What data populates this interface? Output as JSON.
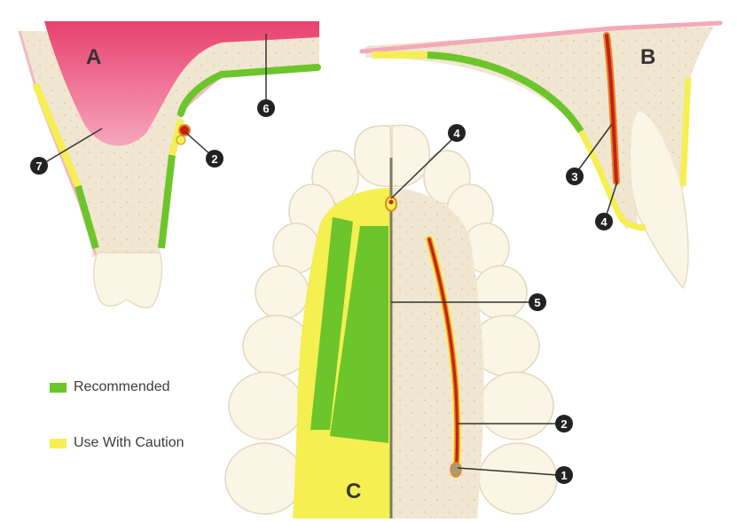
{
  "panels": {
    "a_label": "A",
    "b_label": "B",
    "c_label": "C"
  },
  "legend": [
    {
      "label": "Recommended",
      "color": "#6cc52a"
    },
    {
      "label": "Use With Caution",
      "color": "#f5ef52"
    }
  ],
  "callouts": {
    "a_7": "7",
    "a_2": "2",
    "a_6": "6",
    "b_3": "3",
    "b_4": "4",
    "c_4": "4",
    "c_5": "5",
    "c_2": "2",
    "c_1": "1"
  },
  "colors": {
    "bone": "#f1e6d0",
    "sinus": "#f07a9a",
    "mucosa": "#f4a9b8",
    "tooth": "#fbf5e6",
    "recommended": "#6cc52a",
    "caution": "#f5ef52",
    "artery": "#c81e1e",
    "vessel_outline": "#e08a1e"
  }
}
